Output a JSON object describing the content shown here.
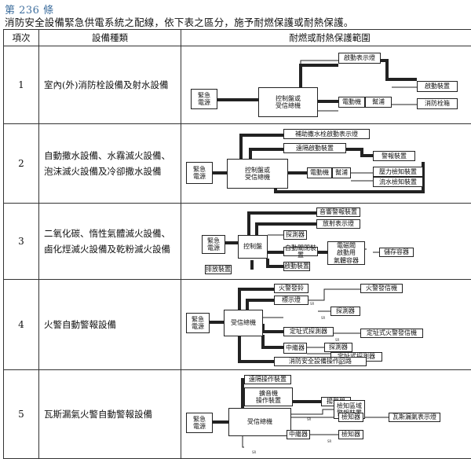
{
  "article": {
    "title": "第 236 條",
    "intro": "消防安全設備緊急供電系統之配線，依下表之區分，施予耐燃保護或耐熱保護。"
  },
  "table": {
    "headers": [
      "項次",
      "設備種類",
      "耐燃或耐熱保護範圍"
    ],
    "rows": [
      {
        "no": "1",
        "type": "室內(外)消防栓設備及射水設備",
        "diagram": {
          "em": "緊急\n電源",
          "ctrl": "控制盤或\n受信總機",
          "top": "啟動表示燈",
          "start": "啟動裝置",
          "motor": "電動機",
          "pump": "幫浦",
          "box": "消防栓箱"
        }
      },
      {
        "no": "2",
        "type": "自動撒水設備、水霧滅火設備、泡沫滅火設備及冷卻撒水設備",
        "diagram": {
          "em": "緊急\n電源",
          "ctrl": "控制盤或\n受信總機",
          "a": "補助撒水栓啟動表示燈",
          "b": "遠隔啟動裝置",
          "c": "警報裝置",
          "motor": "電動機",
          "pump": "幫浦",
          "d": "壓力檢知裝置",
          "e": "流水檢知裝置"
        }
      },
      {
        "no": "3",
        "type": "二氧化碳、惰性氣體滅火設備、鹵化烴滅火設備及乾粉滅火設備",
        "diagram": {
          "em": "緊急\n電源",
          "ctrl": "控制盤",
          "a": "音響警報裝置",
          "b": "放射表示燈",
          "c": "探測器",
          "d": "自動關閉裝置",
          "e": "啟動裝置",
          "f": "排放裝置",
          "g": "電磁閥\n啟動用\n氣體容器",
          "h": "儲存容器"
        }
      },
      {
        "no": "4",
        "type": "火警自動警報設備",
        "diagram": {
          "em": "緊急\n電源",
          "ctrl": "受信總機",
          "a": "火警發鈴",
          "b": "火警發信機",
          "c": "標示燈",
          "d": "探測器",
          "e": "定址式探測器",
          "f": "定址式火警發信機",
          "g": "中繼器",
          "h": "探測器",
          "i": "定址式探測器",
          "j": "消防安全設備操作回路",
          "sr": "SR"
        }
      },
      {
        "no": "5",
        "type": "瓦斯漏氣火警自動警報設備",
        "diagram": {
          "em": "緊急\n電源",
          "ctrl": "受信總機",
          "a": "遠隔操作裝置",
          "b": "擴音機\n操作裝置",
          "c": "揚聲器",
          "d": "檢知區域\n警報裝置",
          "e": "檢知器",
          "f": "瓦斯漏氣表示燈",
          "g": "中繼器",
          "h": "檢知器",
          "sr": "SR"
        }
      }
    ]
  }
}
